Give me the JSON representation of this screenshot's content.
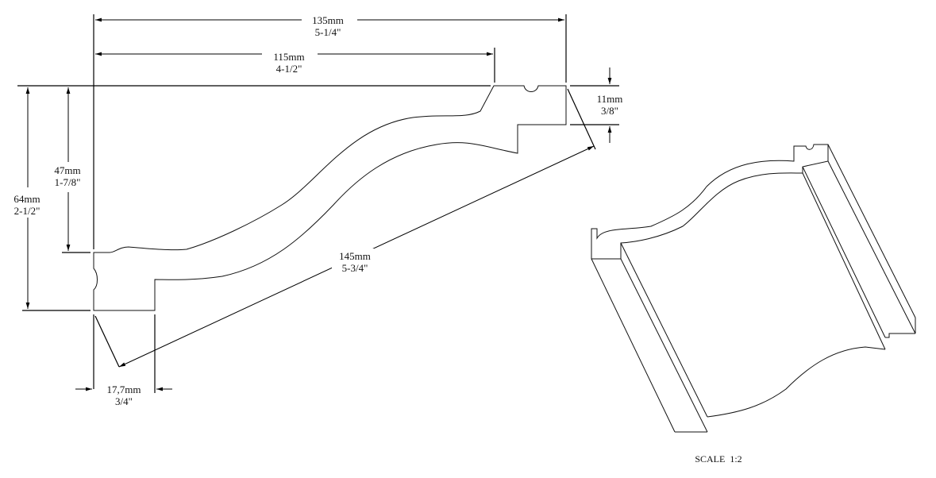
{
  "dimensions": {
    "overall_width": {
      "mm": "135mm",
      "inch": "5-1/4\""
    },
    "top_width": {
      "mm": "115mm",
      "inch": "4-1/2\""
    },
    "step_height": {
      "mm": "11mm",
      "inch": "3/8\""
    },
    "spring_height": {
      "mm": "47mm",
      "inch": "1-7/8\""
    },
    "overall_height": {
      "mm": "64mm",
      "inch": "2-1/2\""
    },
    "diagonal": {
      "mm": "145mm",
      "inch": "5-3/4\""
    },
    "thickness": {
      "mm": "17,7mm",
      "inch": "3/4\""
    }
  },
  "scale_label": "SCALE  1:2"
}
